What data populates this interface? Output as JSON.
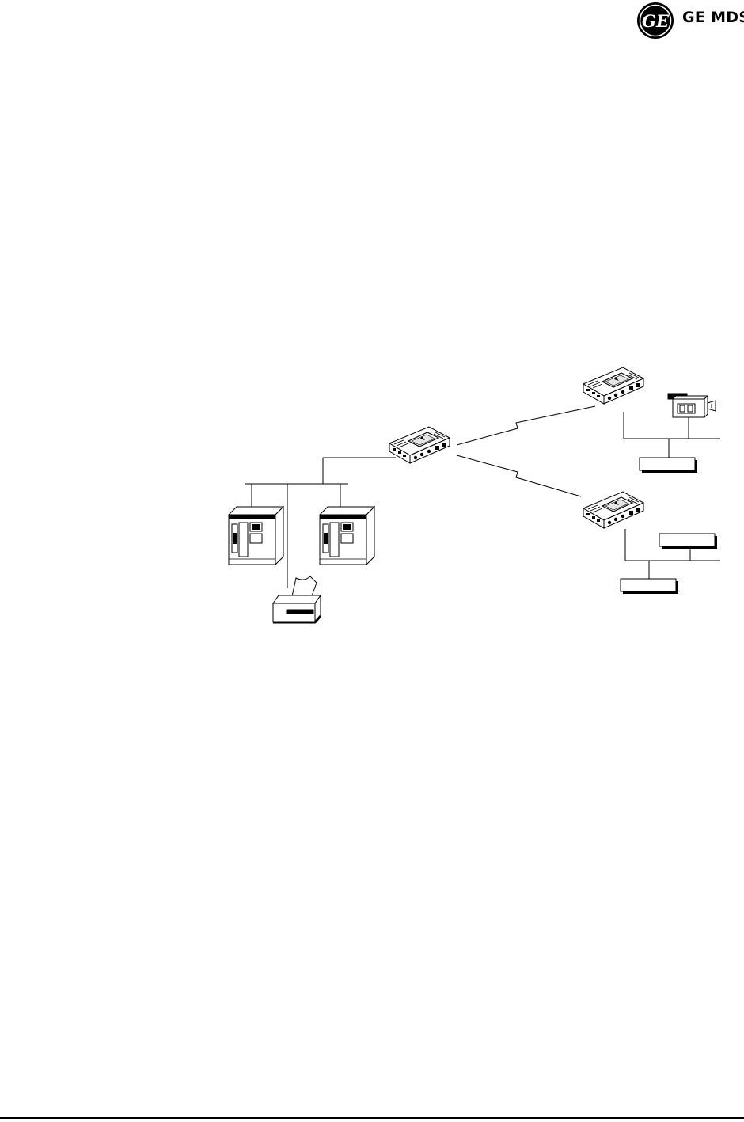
{
  "header": {
    "logo_text": "GE MDS",
    "logo_mark": "GE"
  },
  "diagram": {
    "devices": [
      {
        "id": "radio-center",
        "icon": "radio-transceiver-icon"
      },
      {
        "id": "radio-upper-right",
        "icon": "radio-transceiver-icon"
      },
      {
        "id": "radio-lower-right",
        "icon": "radio-transceiver-icon"
      },
      {
        "id": "server-left",
        "icon": "server-tower-icon"
      },
      {
        "id": "server-right",
        "icon": "server-tower-icon"
      },
      {
        "id": "printer",
        "icon": "printer-icon"
      },
      {
        "id": "video-camera",
        "icon": "video-camera-icon"
      }
    ],
    "links": [
      {
        "from": "radio-center",
        "to": "radio-upper-right",
        "type": "wireless"
      },
      {
        "from": "radio-center",
        "to": "radio-lower-right",
        "type": "wireless"
      }
    ]
  }
}
